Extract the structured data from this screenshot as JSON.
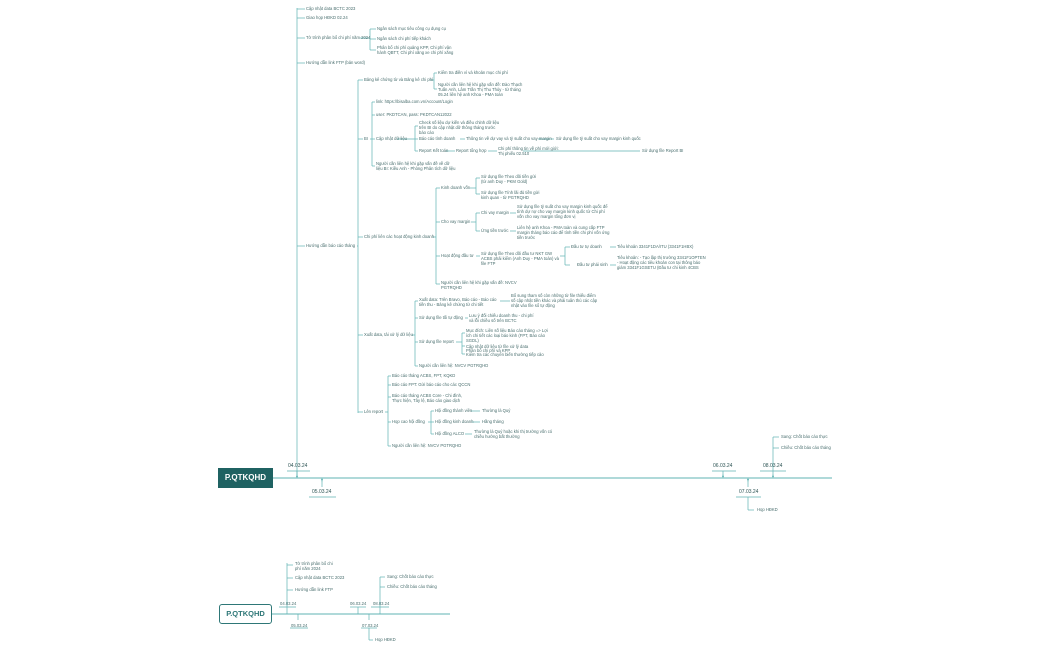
{
  "root": "P.QTKQHD",
  "tree": [
    "Cập nhật data BCTC 2023",
    "Giao họp HĐKD 02.24",
    "Tờ trình phân bổ chi phí năm 2024",
    "Ngân sách mục tiêu công cụ dụng cụ",
    "Ngân sách chi phí tiếp khách",
    "Phân bổ chi phí quảng KPP, Chi phí vận hành QBTT, Chi phí xăng xe chi phí xăng",
    "Hướng dẫn link FTP (bản word)",
    "Hướng dẫn báo cáo tháng",
    "Bảng kê chứng từ và Bảng kê chi phí",
    "Kiểm tra điền ví và khoản mục chi phí",
    "Người cần liên hệ khi gặp vấn đề: Đào Thạch Tuấn Anh, Lâm Trần Thị Thu Thủy - từ tháng 05.24 liên hệ anh Khoa - PMA toàn",
    "BI",
    "link: https://bisalba.com.vn/Account/Login",
    "user: PKDTCAN, pass: PKDTCAN12022",
    "Cập nhật dữ liệu",
    "Check số liệu dự kiến và điều chỉnh dữ liệu trên BI do cập nhật dữ thông tháng trước báo cáo",
    "Báo cáo tình doanh",
    "Thông tin về dự vay và tỷ suất cho vay margin",
    "Sử dụng file tỷ suất cho vay margin kinh quốc",
    "Report Kết toán",
    "Report tổng hợp",
    "Chi phí thông tin về phí mới giới: Thị phiếu 02.510",
    "Sử dụng file Report BI",
    "Người cần liên hệ khi gặp vấn đề về dữ liệu BI: Kiều Anh - Phòng Phân tích dữ liệu",
    "Chi phí liên các hoạt động kinh doanh",
    "Kinh doanh vốn",
    "Sử dụng file Theo dõi tiền gửi (từ anh Duy - PKM Gold)",
    "Sử dụng file Tính lãi đủ tiền gửi kinh quan - từ PGTRQHD",
    "Cho vay margin",
    "Chi vay margin",
    "Sử dụng file tỷ suất cho vay margin kinh quốc để tính dự nợ cho vay margin kinh quốc từ Chi phí vốn cho vay margin tổng đơn vị",
    "Ứng tiền trước",
    "Liên hệ anh Khoa - PMA toàn và cung cấp FTP margin tháng báo cáo để tính tiền chi phí vốn ứng tiền trước",
    "Hoạt động đầu tư",
    "Sử dụng file Theo dõi đầu tư NKT GW ACBS phải kiểm (Anh Duy - PMA toàn) và file FTP",
    "Đầu tư tự doanh",
    "Tiêu khoản 3341F1DA/ITU (3341F1HBX)",
    "Đầu tư phái sinh",
    "Tiêu khoản: - Tạo lập thị trường 3341F1OPTEN - Hoạt động các tiêu khoản con tại thông báo giám 3341F1GSETU (Đầu tư chi kinh 4CBS",
    "Người cần liên hệ khi gặp vấn đề: NVCV PGTRQHD",
    "Xuất data, tải xử lý dữ liệu",
    "Xuất data: Trên Bravo, Báo cáo - Báo cáo tiền thu - Bảng kê chứng từ chi tiết",
    "Bổ sung tham số còn những từ file thiếu điểm số cập nhật tiền khác và phải tuân thủ các cập nhật vào file sổ tự động",
    "Sử dụng file tối tự động",
    "Lưu ý đối chiếu doanh thu - chi phí và lỗi chiều số trên BCTC",
    "Sử dụng file report",
    "Mục đích: Liên số liệu Báo cáo tháng => Lợi ích chi tiết các loại báo kinh (FPT, Báo cáo SGDL)",
    "Cập nhật dữ liệu từ file xử lý data",
    "Phân bổ chi phí và KPP",
    "Kiểm tra các chuyển biến thường tiếp cảo",
    "Người cần liên hệ: NVCV PGTRQHD",
    "Lên report",
    "Báo cáo tháng ACBS, FPT, KQKD",
    "Báo cáo FPT: Gửi báo cáo cho các QCCN",
    "Báo cáo tháng ACBS Core - Chi đình, Thực hiện, Tây lệ, Báo cáo giao dịch",
    "Họp cao hội đồng",
    "Hội đồng thành viên",
    "Thường là Quý",
    "Hội đồng kinh doanh",
    "Hằng tháng",
    "Hội đồng ALCO",
    "Thường là Quý hoặc khi thị trường vốn có chiều hướng bất thường",
    "Người cần liên hệ: NVCV PGTRQHD",
    "Sang: Chốt báo cáo thực",
    "Chiều: Chốt báo cáo tháng",
    "Họp HĐKD"
  ],
  "dates": [
    "04.03.24",
    "05.03.24",
    "06.03.24",
    "07.03.24",
    "08.03.24"
  ],
  "mini": {
    "root": "P.QTKQHD",
    "labels": [
      "Tờ trình phân bổ chi phí năm 2024",
      "Cập nhật data BCTC 2023",
      "Hướng dẫn link FTP",
      "Sang: Chốt báo cáo thực",
      "Chiều: Chốt báo cáo tháng",
      "Họp HĐKD"
    ],
    "dates": [
      "04.03.24",
      "05.03.24",
      "06.03.24",
      "07.03.24",
      "08.03.24"
    ]
  },
  "colors": {
    "line": "#5fb3b3",
    "root": "#1f6262",
    "text": "#4a6f6f"
  }
}
